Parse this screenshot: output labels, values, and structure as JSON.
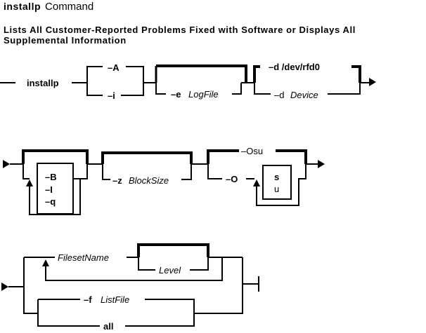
{
  "title": {
    "command": "installp",
    "word": "Command"
  },
  "subtitle": {
    "line1": "Lists All Customer-Reported Problems Fixed with Software or Displays All",
    "line2": "Supplemental Information"
  },
  "diagram": {
    "row1": {
      "command": "installp",
      "opt_A": "–A",
      "opt_i": "–i",
      "opt_e_flag": "–e",
      "opt_e_arg": "LogFile",
      "opt_d_default": "–d /dev/rfd0",
      "opt_d_flag": "–d",
      "opt_d_arg": "Device"
    },
    "row2": {
      "repeat_opts": [
        "–B",
        "–I",
        "–q"
      ],
      "opt_z_flag": "–z",
      "opt_z_arg": "BlockSize",
      "opt_Osu_default": "–Osu",
      "opt_O_flag": "–O",
      "O_values": [
        "s",
        "u"
      ]
    },
    "row3": {
      "fileset_name": "FilesetName",
      "level": "Level",
      "opt_f_flag": "–f",
      "opt_f_arg": "ListFile",
      "all": "all"
    }
  }
}
